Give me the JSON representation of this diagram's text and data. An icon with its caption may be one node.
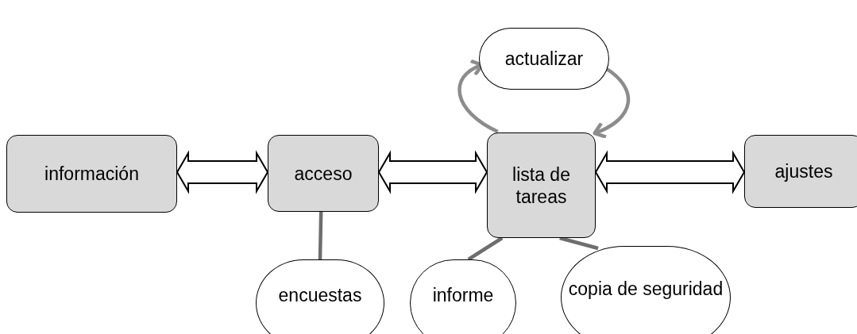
{
  "diagram": {
    "nodes": [
      {
        "text": [
          "información"
        ]
      },
      {
        "text": [
          "acceso"
        ]
      },
      {
        "text": [
          "lista de tareas"
        ]
      },
      {
        "text": [
          "ajustes"
        ]
      },
      {
        "text": [
          "actualizar"
        ]
      },
      {
        "text": [
          "encuestas"
        ]
      },
      {
        "text": [
          "informe"
        ]
      },
      {
        "text": [
          "copia de seguridad"
        ]
      }
    ],
    "edges": [
      {
        "from": 0,
        "to": 1,
        "arrow": "both"
      },
      {
        "from": 1,
        "to": 2,
        "arrow": "both"
      },
      {
        "from": 2,
        "to": 3,
        "arrow": "both"
      },
      {
        "from": 2,
        "to": 4,
        "arrow": "to",
        "color": "#8c8c8c"
      },
      {
        "from": 4,
        "to": 2,
        "arrow": "to",
        "color": "#8c8c8c"
      },
      {
        "from": 1,
        "to": 5,
        "arrow": "none",
        "color": "#6e6e6e"
      },
      {
        "from": 2,
        "to": 6,
        "arrow": "none",
        "color": "#6e6e6e"
      },
      {
        "from": 2,
        "to": 7,
        "arrow": "none",
        "color": "#6e6e6e"
      }
    ]
  }
}
